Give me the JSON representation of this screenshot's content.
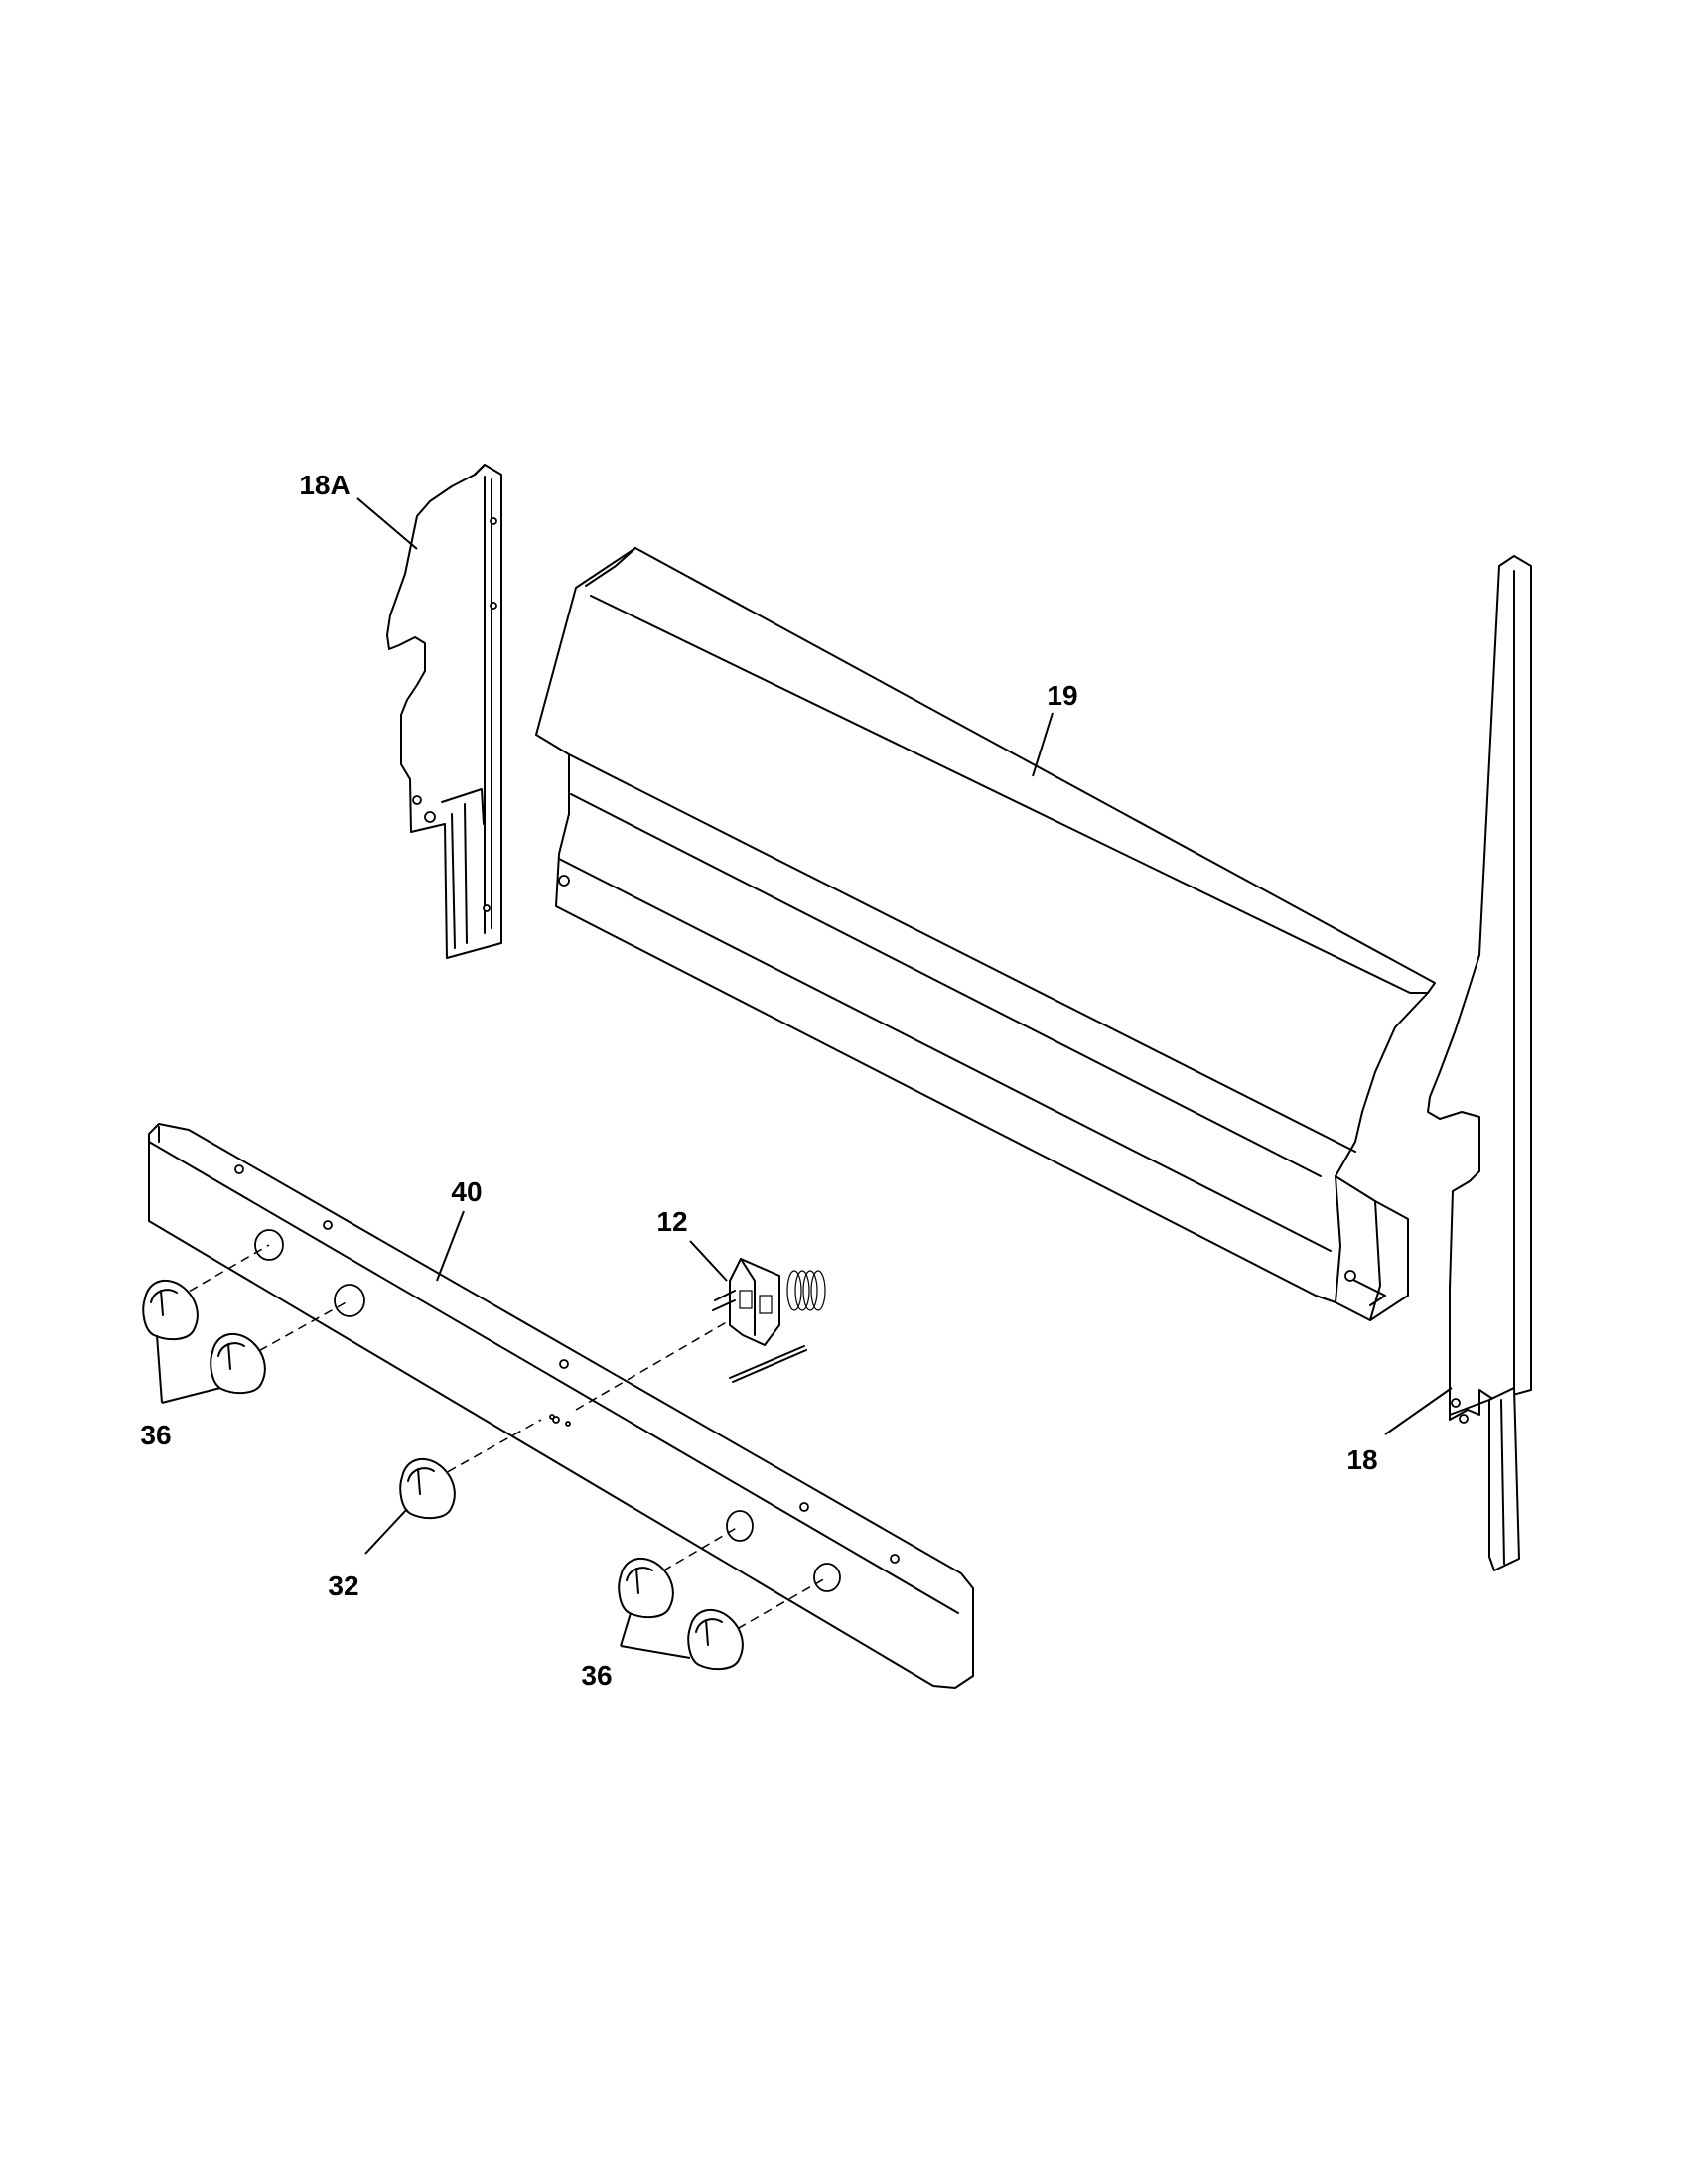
{
  "diagram": {
    "callouts": {
      "c18a": "18A",
      "c19": "19",
      "c40": "40",
      "c12": "12",
      "c18": "18",
      "c36a": "36",
      "c32": "32",
      "c36b": "36"
    }
  }
}
